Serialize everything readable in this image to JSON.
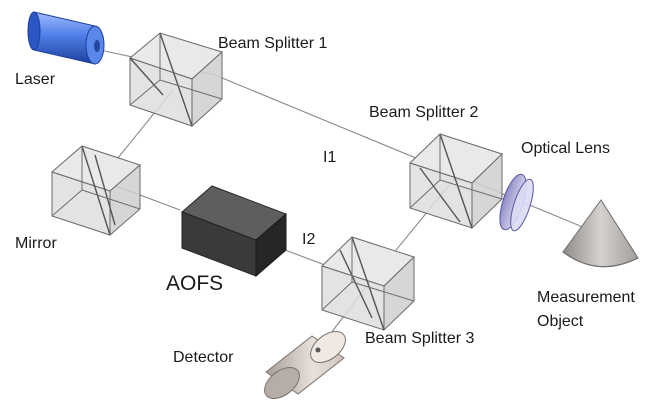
{
  "labels": {
    "laser": "Laser",
    "beam_splitter_1": "Beam Splitter 1",
    "beam_splitter_2": "Beam Splitter 2",
    "beam_splitter_3": "Beam Splitter 3",
    "mirror": "Mirror",
    "aofs": "AOFS",
    "i1": "I1",
    "i2": "I2",
    "optical_lens": "Optical Lens",
    "measurement_object_line1": "Measurement",
    "measurement_object_line2": "Object",
    "detector": "Detector"
  },
  "colors": {
    "laser": "#3d6fe0",
    "aofs": "#3a3a3a",
    "lens": "#c9c7e8",
    "cone": "#b9b6b4",
    "detector": "#e6dcd6",
    "beam": "#8a8a8a"
  }
}
